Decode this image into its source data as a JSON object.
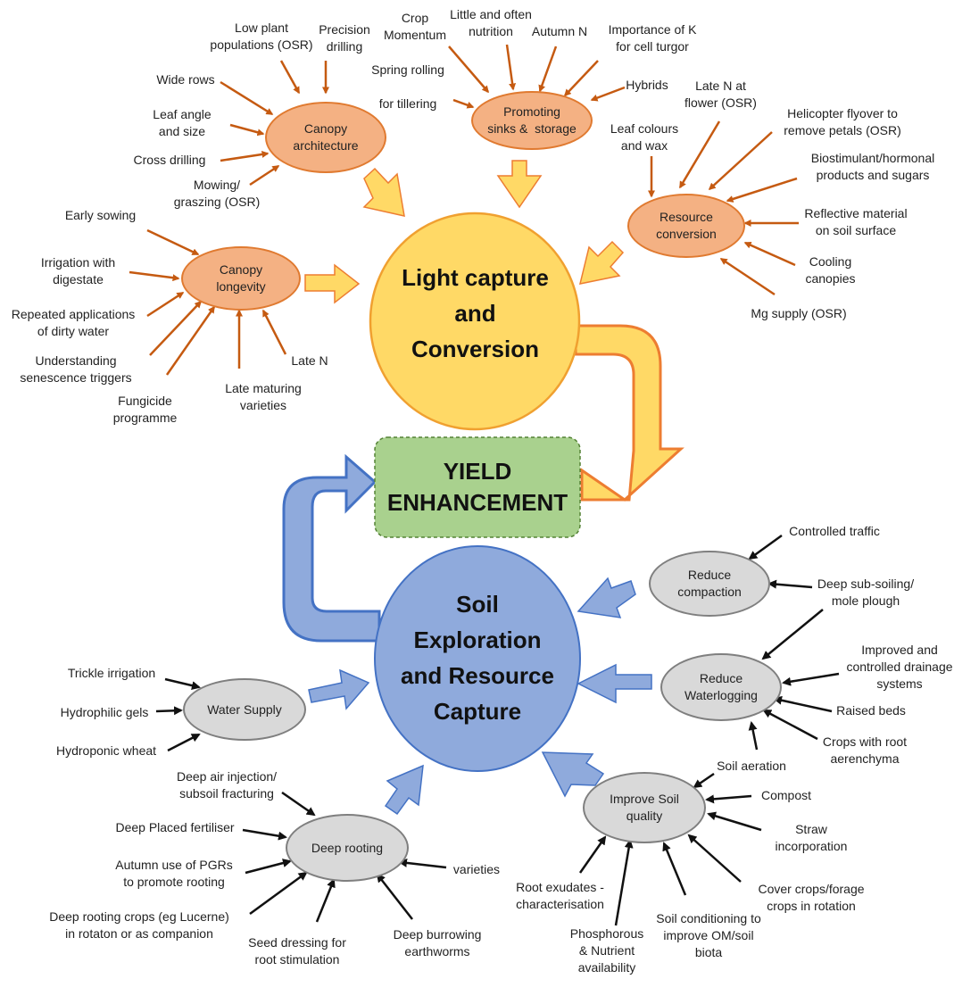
{
  "colors": {
    "orange_arrow": "#C55A11",
    "orange_fill": "#F4B183",
    "orange_border": "#E07A30",
    "yellow_fill": "#FFD966",
    "blue_fill": "#8FAADC",
    "blue_border": "#4472C4",
    "green_fill": "#A9D18E",
    "grey_fill": "#D9D9D9",
    "black_arrow": "#111111"
  },
  "hubs": {
    "light": "Light capture\nand\nConversion",
    "soil": "Soil\nExploration\nand Resource\nCapture",
    "yield": "YIELD\nENHANCEMENT"
  },
  "nodes": {
    "canopy_architecture": "Canopy\narchitecture",
    "promoting_sinks": "Promoting\nsinks &  storage",
    "resource_conversion": "Resource\nconversion",
    "canopy_longevity": "Canopy\nlongevity",
    "reduce_compaction": "Reduce\ncompaction",
    "reduce_waterlogging": "Reduce\nWaterlogging",
    "water_supply": "Water Supply",
    "improve_soil": "Improve Soil\nquality",
    "deep_rooting": "Deep rooting"
  },
  "labels": {
    "low_plant": "Low plant\npopulations (OSR)",
    "precision": "Precision\ndrilling",
    "wide_rows": "Wide rows",
    "leaf_angle": "Leaf angle\nand size",
    "cross_drilling": "Cross drilling",
    "mowing": "Mowing/\ngraszing (OSR)",
    "crop_momentum": "Crop\nMomentum",
    "little_often": "Little and often\nnutrition",
    "autumn_n": "Autumn N",
    "importance_k": "Importance of K\nfor cell turgor",
    "spring_rolling": "Spring rolling\n\nfor tillering",
    "hybrids": "Hybrids",
    "late_n_flower": "Late N at\nflower (OSR)",
    "leaf_colours": "Leaf colours\nand wax",
    "helicopter": "Helicopter flyover to\nremove petals (OSR)",
    "biostimulant": "Biostimulant/hormonal\nproducts and sugars",
    "reflective": "Reflective material\non soil surface",
    "cooling": "Cooling\ncanopies",
    "mg_supply": "Mg supply (OSR)",
    "early_sowing": "Early sowing",
    "irrigation_digestate": "Irrigation with\ndigestate",
    "repeated": "Repeated applications\nof dirty water",
    "understanding": "Understanding\nsenescence triggers",
    "fungicide": "Fungicide\nprogramme",
    "late_maturing": "Late maturing\nvarieties",
    "late_n": "Late N",
    "controlled_traffic": "Controlled traffic",
    "deep_subsoiling": "Deep sub-soiling/\nmole plough",
    "improved_drainage": "Improved and\ncontrolled drainage\nsystems",
    "raised_beds": "Raised beds",
    "crops_root": "Crops with root\naerenchyma",
    "soil_aeration": "Soil aeration",
    "compost": "Compost",
    "straw": "Straw\nincorporation",
    "cover_crops": "Cover crops/forage\ncrops in rotation",
    "soil_conditioning": "Soil conditioning to\nimprove OM/soil\nbiota",
    "phosphorous": "Phosphorous\n& Nutrient\navailability",
    "root_exudates": "Root exudates -\ncharacterisation",
    "trickle": "Trickle irrigation",
    "hydrophilic": "Hydrophilic gels",
    "hydroponic": "Hydroponic wheat",
    "deep_air": "Deep air injection/\nsubsoil fracturing",
    "deep_placed": "Deep Placed fertiliser",
    "autumn_pgr": "Autumn use of PGRs\nto promote rooting",
    "deep_rooting_crops": "Deep rooting crops (eg Lucerne)\nin rotaton or as companion",
    "seed_dressing": "Seed dressing for\nroot stimulation",
    "deep_burrowing": "Deep burrowing\nearthworms",
    "varieties": "varieties"
  }
}
